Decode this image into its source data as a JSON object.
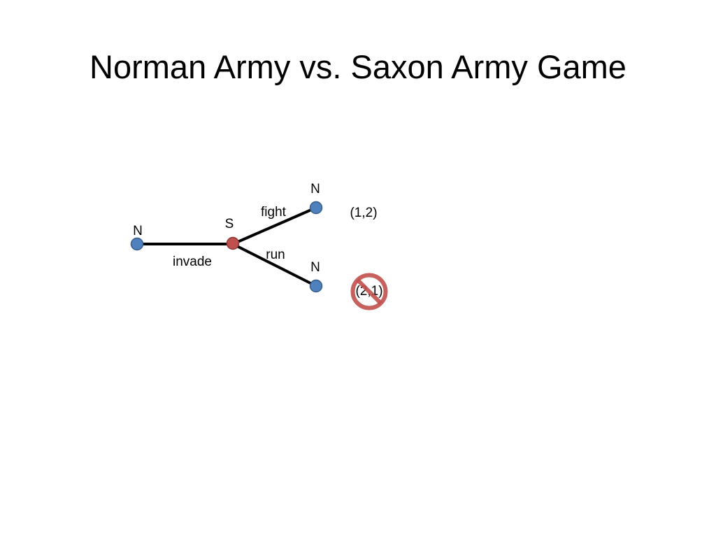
{
  "slide": {
    "title": "Norman Army vs. Saxon Army Game"
  },
  "game_tree": {
    "nodes": {
      "root_label": "N",
      "saxon_label": "S",
      "top_leaf_label": "N",
      "bottom_leaf_label": "N"
    },
    "edges": {
      "invade": "invade",
      "fight": "fight",
      "run": "run"
    },
    "payoffs": {
      "fight": "(1,2)",
      "run": "(2,1)"
    },
    "crossed_out_payoff": "run",
    "crossed_out_icon": "no-symbol-icon",
    "colors": {
      "norman_node": "#4f81bd",
      "saxon_node": "#c0504d",
      "node_outline": "#385d8a",
      "saxon_outline": "#8c3836",
      "edge": "#000000",
      "prohibition": "#c0504d"
    }
  }
}
